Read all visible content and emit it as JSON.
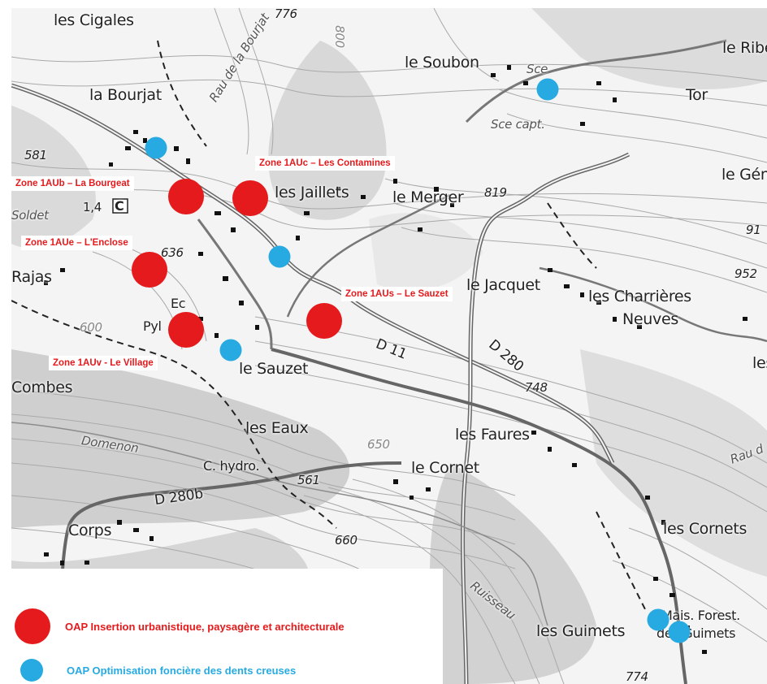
{
  "colors": {
    "oap_red": "#e41a1c",
    "oap_blue": "#27aae1"
  },
  "map": {
    "places": {
      "les_cigales": "les Cigales",
      "la_bourjat": "la Bourjat",
      "le_soubon": "le Soubon",
      "le_ribe": "le Ribe",
      "tor": "Tor",
      "le_gen": "le Gén",
      "les_jaillets": "les Jaillets",
      "le_merger": "le Merger",
      "soldet": "Soldet",
      "rajas": "Rajas",
      "le_jacquet": "le Jacquet",
      "les_charrieres_neuves_1": "les Charrières",
      "les_charrieres_neuves_2": "Neuves",
      "le_sauzet": "le Sauzet",
      "pyl": "Pyl",
      "ec": "Ec",
      "combes": "Combes",
      "les_eaux": "les Eaux",
      "les_faures": "les Faures",
      "le_cornet": "le Cornet",
      "c_hydro": "C. hydro.",
      "corps": "Corps",
      "les_cornets": "les Cornets",
      "les_guimets": "les Guimets",
      "mais_forest_1": "Mais. Forest.",
      "mais_forest_2": "des Guimets",
      "les_east": "les",
      "domenon": "Domenon",
      "rau_de_la_bourjat": "Rau de la Bourjat",
      "ruisseau": "Ruisseau",
      "rau_east": "Rau d",
      "sce": "Sce",
      "sce_capt": "Sce capt.",
      "c_label": "C"
    },
    "roads": {
      "d11": "D 11",
      "d280": "D 280",
      "d280b": "D 280b"
    },
    "elevations": {
      "e581": "581",
      "e1_4": "1,4",
      "e636": "636",
      "e819": "819",
      "e952": "952",
      "e748": "748",
      "e650": "650",
      "e561": "561",
      "e660": "660",
      "e774": "774",
      "e776": "776",
      "e800": "800",
      "e600": "600",
      "e91": "91"
    },
    "zones": [
      {
        "label": "Zone 1AUb – La Bourgeat"
      },
      {
        "label": "Zone 1AUc – Les Contamines"
      },
      {
        "label": "Zone 1AUe – L'Enclose"
      },
      {
        "label": "Zone 1AUs – Le Sauzet"
      },
      {
        "label": "Zone 1AUv - Le Village"
      }
    ],
    "markers": {
      "red": [
        "zone-1aub",
        "zone-1auc",
        "zone-1aue",
        "zone-1aus",
        "zone-1auv"
      ],
      "blue": [
        "dent-creuse-1",
        "dent-creuse-2",
        "dent-creuse-3",
        "dent-creuse-4",
        "dent-creuse-5",
        "dent-creuse-6"
      ]
    }
  },
  "legend": {
    "items": [
      {
        "label": "OAP Insertion urbanistique, paysagère et architecturale",
        "color": "#e41a1c"
      },
      {
        "label": "OAP Optimisation foncière des dents creuses",
        "color": "#27aae1"
      }
    ]
  }
}
